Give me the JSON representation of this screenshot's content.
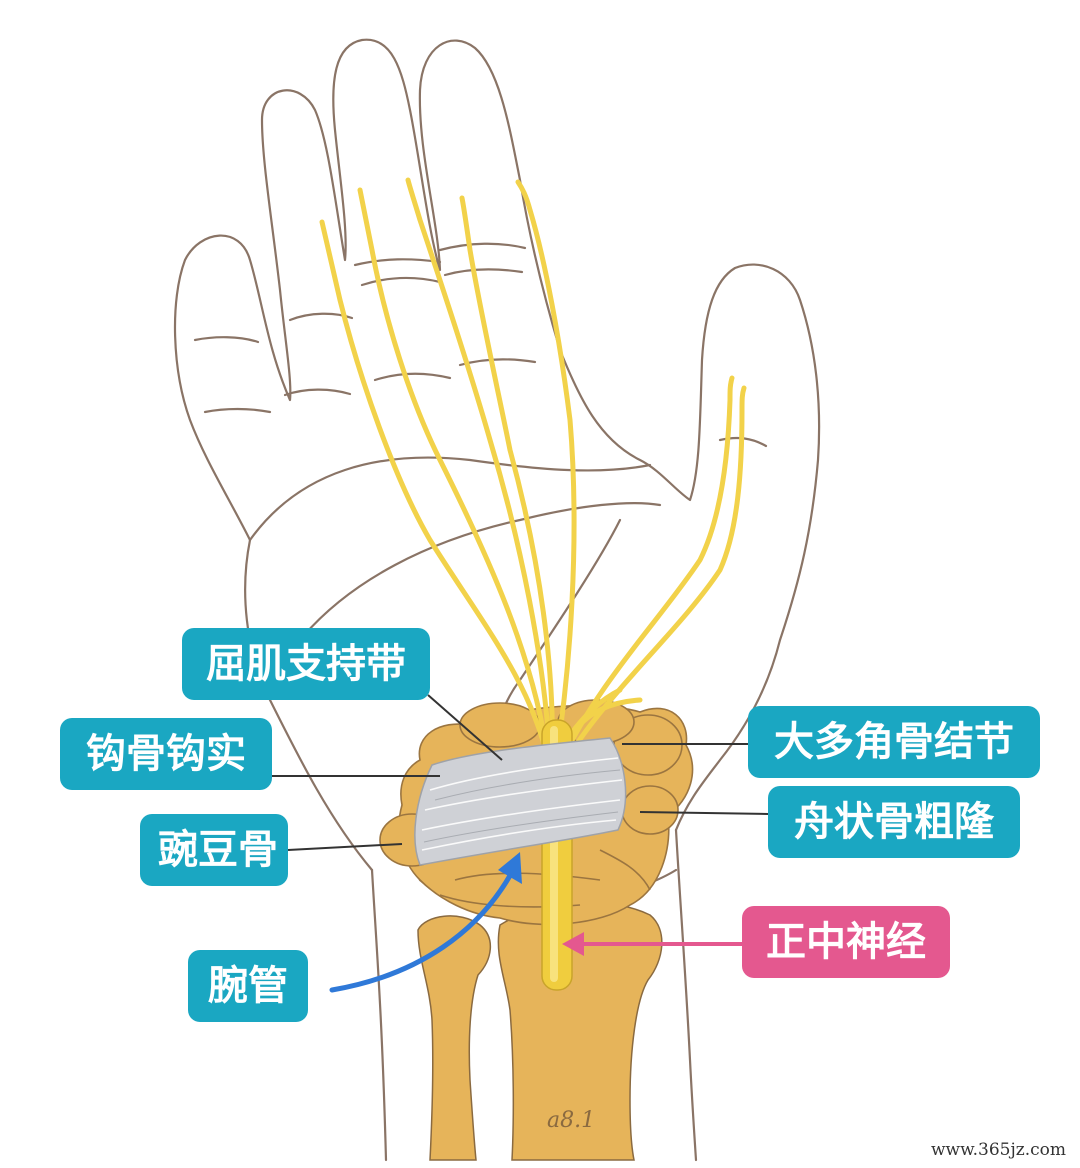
{
  "labels": {
    "flexor_retinaculum": "屈肌支持带",
    "hook_of_hamate": "钩骨钩实",
    "pisiform": "豌豆骨",
    "carpal_tunnel": "腕管",
    "trapezium_tubercle": "大多角骨结节",
    "scaphoid_tubercle": "舟状骨粗隆",
    "median_nerve": "正中神经"
  },
  "artist_signature": "a8.1",
  "watermark": "www.365jz.com",
  "colors": {
    "label_teal": "#1aa7c2",
    "label_pink": "#e4588f",
    "nerve": "#f2d24a",
    "bone": "#e6b45a",
    "ligament": "#cfd1d6",
    "outline": "#8a7466",
    "arrow_blue": "#2f79d8"
  }
}
